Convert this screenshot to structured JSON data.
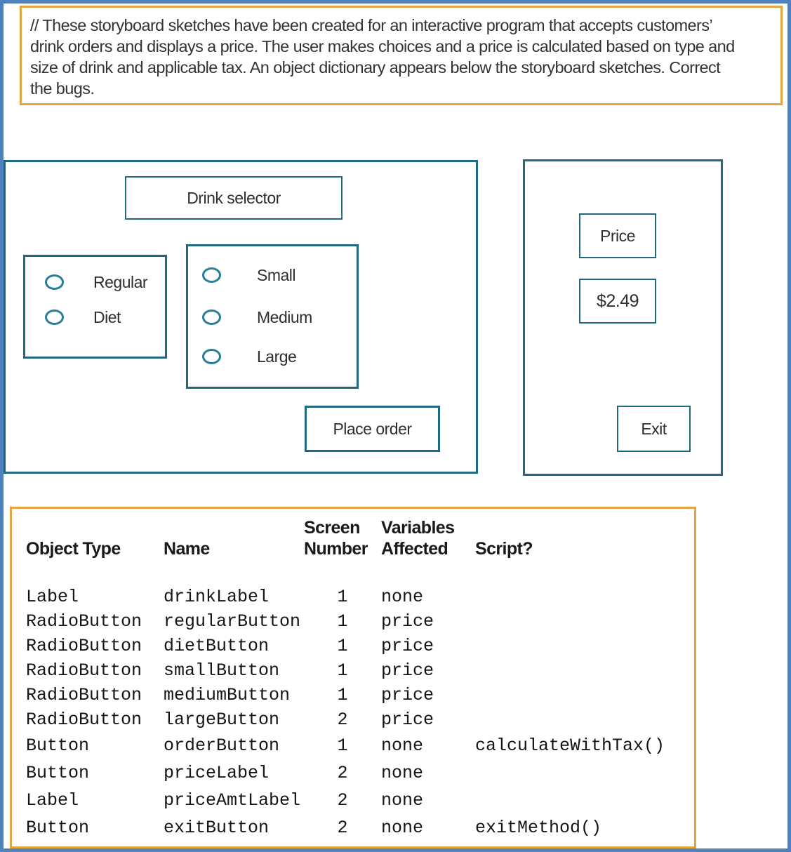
{
  "comment_box": {
    "lines": [
      "// These storyboard sketches have been created for an interactive program that accepts customers’",
      "drink orders and displays a price. The user makes choices and a price is calculated based on type and",
      "size of drink and applicable tax. An object dictionary appears below the storyboard sketches. Correct",
      "the bugs."
    ]
  },
  "screen1": {
    "title": "Drink selector",
    "drink_options": [
      "Regular",
      "Diet"
    ],
    "size_options": [
      "Small",
      "Medium",
      "Large"
    ],
    "order_button": "Place order"
  },
  "screen2": {
    "price_label": "Price",
    "price_value": "$2.49",
    "exit_button": "Exit"
  },
  "object_dictionary": {
    "headers": {
      "object_type": "Object Type",
      "name": "Name",
      "screen_line1": "Screen",
      "screen_line2": "Number",
      "variables_line1": "Variables",
      "variables_line2": "Affected",
      "script": "Script?"
    },
    "rows": [
      {
        "type": "Label",
        "name": "drinkLabel",
        "screen": "1",
        "variables": "none",
        "script": ""
      },
      {
        "type": "RadioButton",
        "name": "regularButton",
        "screen": "1",
        "variables": "price",
        "script": ""
      },
      {
        "type": "RadioButton",
        "name": "dietButton",
        "screen": "1",
        "variables": "price",
        "script": ""
      },
      {
        "type": "RadioButton",
        "name": "smallButton",
        "screen": "1",
        "variables": "price",
        "script": ""
      },
      {
        "type": "RadioButton",
        "name": "mediumButton",
        "screen": "1",
        "variables": "price",
        "script": ""
      },
      {
        "type": "RadioButton",
        "name": "largeButton",
        "screen": "2",
        "variables": "price",
        "script": ""
      },
      {
        "type": "Button",
        "name": "orderButton",
        "screen": "1",
        "variables": "none",
        "script": "calculateWithTax()"
      },
      {
        "type": "Button",
        "name": "priceLabel",
        "screen": "2",
        "variables": "none",
        "script": ""
      },
      {
        "type": "Label",
        "name": "priceAmtLabel",
        "screen": "2",
        "variables": "none",
        "script": ""
      },
      {
        "type": "Button",
        "name": "exitButton",
        "screen": "2",
        "variables": "none",
        "script": "exitMethod()"
      }
    ]
  },
  "colors": {
    "frame_blue": "#4f81bd",
    "accent_orange": "#e5a440",
    "sketch_teal": "#1f6a80",
    "radio_teal": "#2a7d96"
  }
}
